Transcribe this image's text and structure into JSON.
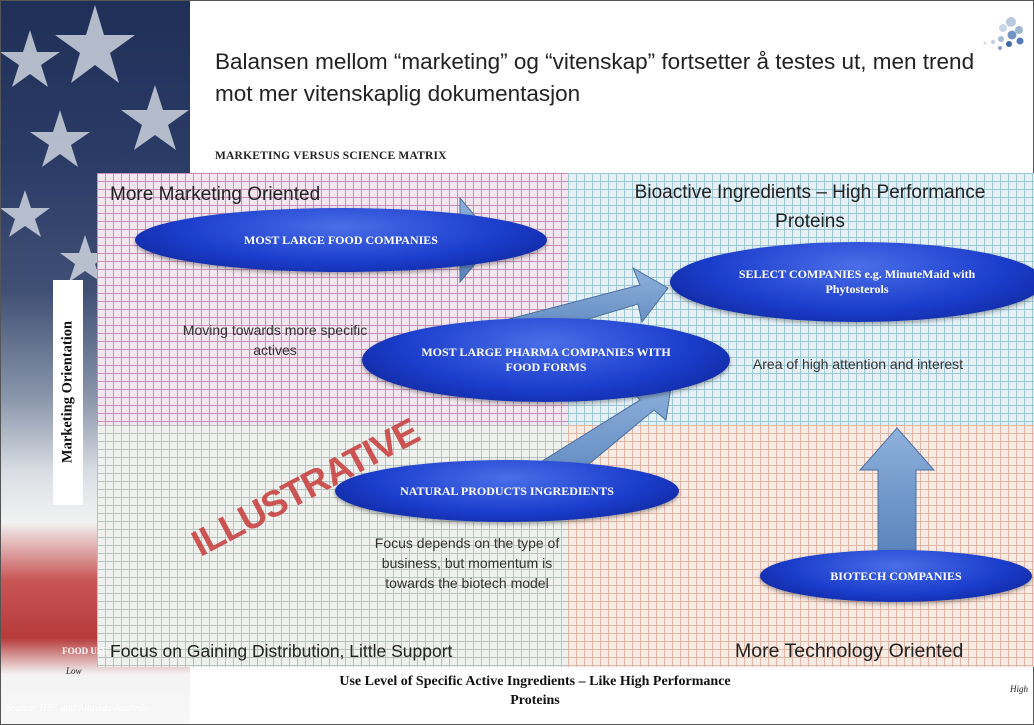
{
  "slide": {
    "title": "Balansen mellom “marketing” og “vitenskap” fortsetter å testes ut, men trend mot mer vitenskaplig dokumentasjon",
    "matrix_title": "MARKETING VERSUS SCIENCE MATRIX",
    "quadrants": {
      "top_left": "More Marketing Oriented",
      "top_right": "Bioactive Ingredients – High Performance Proteins",
      "bottom_left": "Focus on Gaining Distribution, Little Support",
      "bottom_right": "More Technology Oriented"
    },
    "ellipses": {
      "large_food": "MOST LARGE FOOD COMPANIES",
      "select_companies": "SELECT COMPANIES e.g. MinuteMaid with Phytosterols",
      "large_pharma": "MOST LARGE PHARMA COMPANIES WITH FOOD FORMS",
      "natural_products": "NATURAL PRODUCTS INGREDIENTS",
      "biotech": "BIOTECH COMPANIES"
    },
    "notes": {
      "moving": "Moving towards more specific actives",
      "attention": "Area of high attention and interest",
      "focus": "Focus depends on the type of business, but momentum is towards the biotech model"
    },
    "stamp": "ILLUSTRATIVE",
    "y_axis_label": "Marketing Orientation",
    "x_axis_label": "Use Level of Specific Active Ingredients – Like High Performance Proteins",
    "food_use": "FOOD USE",
    "low": "Low",
    "high": "High",
    "source": "Source: HSC and Altavida Analysis"
  },
  "colors": {
    "ellipse_blue": "#1b3dcc",
    "arrow_blue": "#6f96c9",
    "stamp_red": "#c83a3a"
  }
}
